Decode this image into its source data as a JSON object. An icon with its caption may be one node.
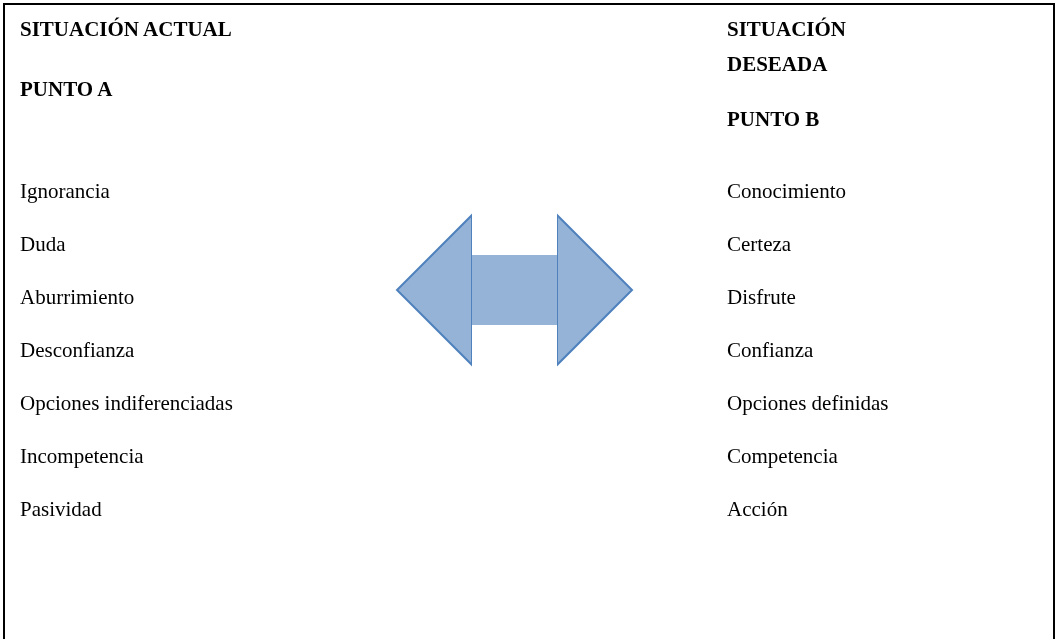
{
  "diagram": {
    "nodes": [
      {
        "text": [
          "SITUACIÓN ACTUAL",
          "PUNTO A",
          "Ignorancia",
          "Duda",
          "Aburrimiento",
          "Desconfianza",
          "Opciones indiferenciadas",
          "Incompetencia",
          "Pasividad"
        ]
      },
      {
        "text": [
          "SITUACIÓN DESEADA",
          "PUNTO B",
          "Conocimiento",
          "Certeza",
          "Disfrute",
          "Confianza",
          "Opciones definidas",
          "Competencia",
          "Acción"
        ]
      }
    ],
    "edges": [
      {
        "from": 0,
        "to": 1,
        "arrow": "both"
      }
    ]
  }
}
